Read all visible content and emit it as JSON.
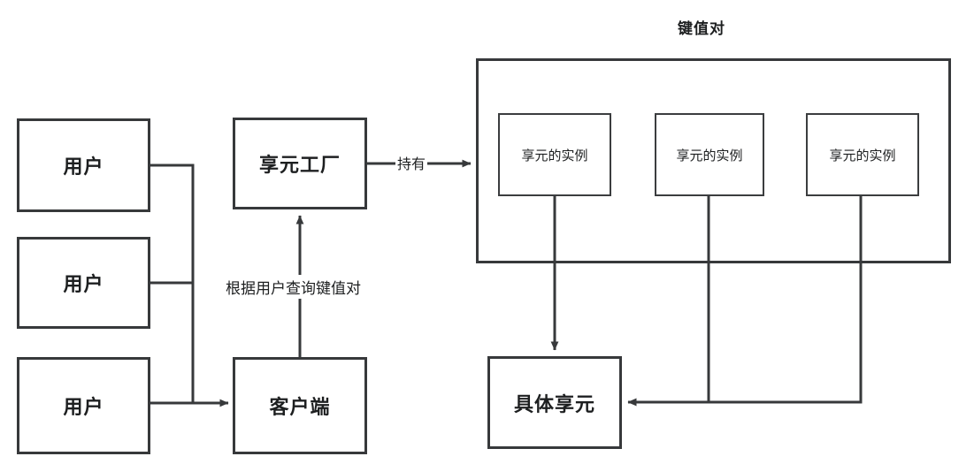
{
  "diagram": {
    "title_group": "键值对",
    "nodes": {
      "user_1": "用户",
      "user_2": "用户",
      "user_3": "用户",
      "factory": "享元工厂",
      "client": "客户端",
      "flyweight_instance_1": "享元的实例",
      "flyweight_instance_2": "享元的实例",
      "flyweight_instance_3": "享元的实例",
      "concrete_flyweight": "具体享元"
    },
    "edge_labels": {
      "hold": "持有",
      "query_by_user": "根据用户查询键值对"
    },
    "colors": {
      "stroke": "#37393b",
      "text": "#1d1f20",
      "background": "#ffffff"
    }
  }
}
